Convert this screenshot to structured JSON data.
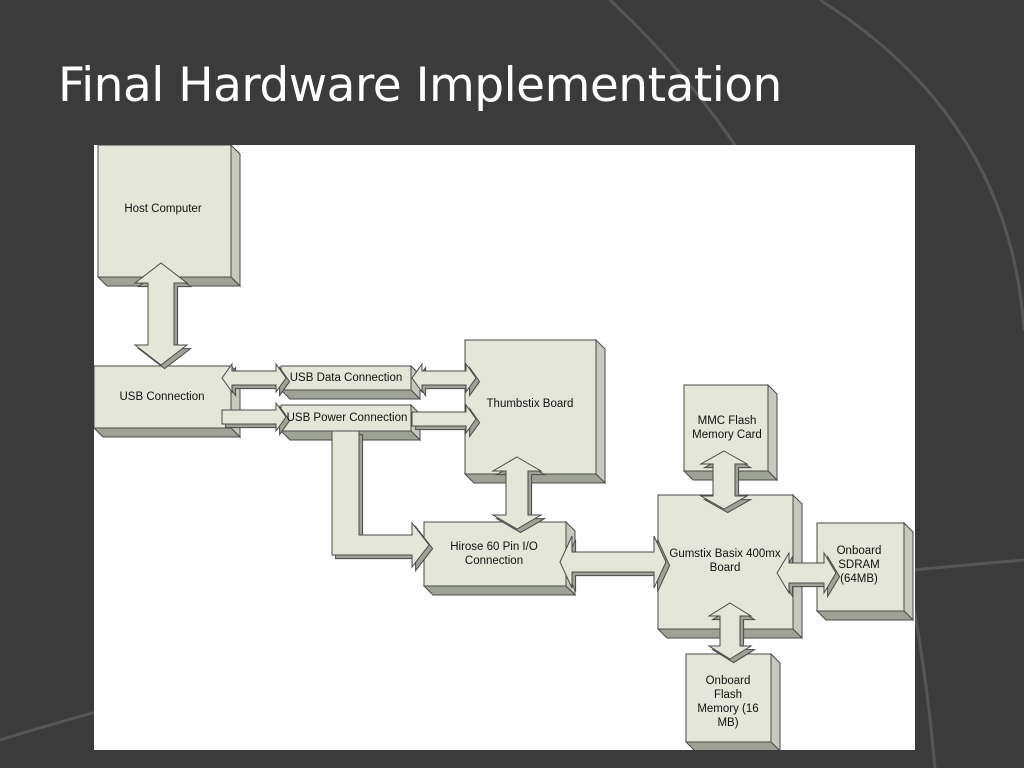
{
  "slide": {
    "title": "Final Hardware Implementation"
  },
  "theme": {
    "background": "#3b3b3b",
    "arc_color": "#565656",
    "box_face": "#e3e6d9",
    "box_side": "#c6c9bd",
    "box_shadow": "#9fa296",
    "stroke": "#4a4a4a",
    "panel": "#ffffff"
  },
  "diagram": {
    "host_computer": {
      "lines": [
        "Host Computer"
      ]
    },
    "usb_connection": {
      "lines": [
        "USB Connection"
      ]
    },
    "usb_data_connection": {
      "lines": [
        "USB Data Connection"
      ]
    },
    "usb_power_connection": {
      "lines": [
        "USB Power Connection"
      ]
    },
    "thumbstix_board": {
      "lines": [
        "Thumbstix Board"
      ]
    },
    "hirose_connection": {
      "lines": [
        "Hirose 60 Pin I/O",
        "Connection"
      ]
    },
    "gumstix_board": {
      "lines": [
        "Gumstix Basix 400mx",
        "Board"
      ]
    },
    "mmc_flash": {
      "lines": [
        "MMC Flash",
        "Memory Card"
      ]
    },
    "onboard_sdram": {
      "lines": [
        "Onboard",
        "SDRAM",
        "(64MB)"
      ]
    },
    "onboard_flash": {
      "lines": [
        "Onboard",
        "Flash",
        "Memory (16",
        "MB)"
      ]
    }
  }
}
